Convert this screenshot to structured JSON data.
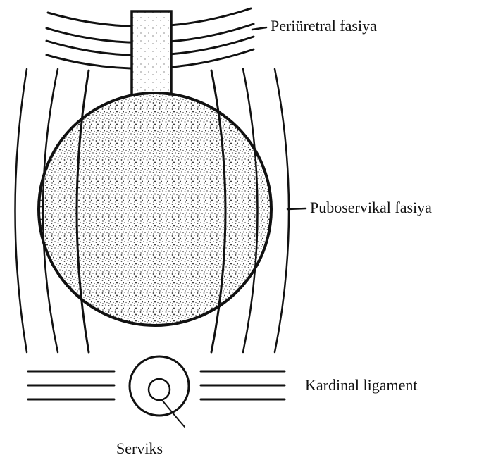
{
  "labels": {
    "periuretral": "Periüretral fasiya",
    "pubocervical": "Puboservikal fasiya",
    "cardinal": "Kardinal ligament",
    "cervix": "Serviks"
  },
  "colors": {
    "ink": "#111111",
    "background": "#ffffff",
    "stipple": "#2a2a2a"
  }
}
